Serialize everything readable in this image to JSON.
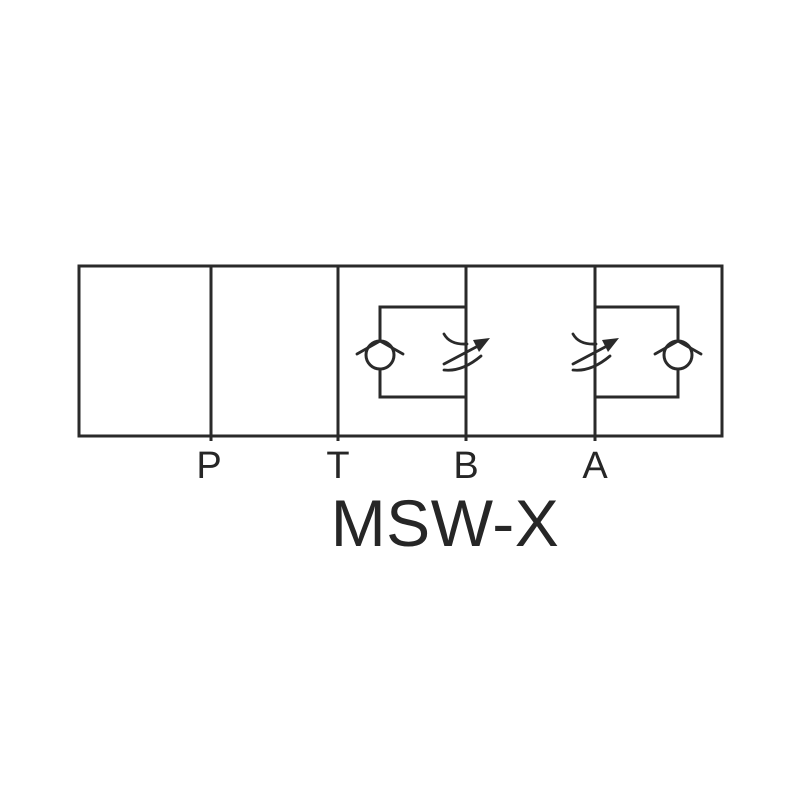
{
  "diagram": {
    "title": "MSW-X",
    "type": "hydraulic-modular-valve-schematic",
    "ports": [
      {
        "label": "P"
      },
      {
        "label": "T"
      },
      {
        "label": "B"
      },
      {
        "label": "A"
      }
    ],
    "modules": [
      {
        "name": "throttle-check-module-b",
        "location": "between T and B port lines",
        "components": [
          {
            "type": "check-valve",
            "side": "left-branch"
          },
          {
            "type": "variable-throttle",
            "side": "on-B-port-line"
          }
        ]
      },
      {
        "name": "throttle-check-module-a",
        "location": "between A port line and right edge",
        "components": [
          {
            "type": "variable-throttle",
            "side": "on-A-port-line"
          },
          {
            "type": "check-valve",
            "side": "right-branch"
          }
        ]
      }
    ],
    "colors": {
      "line": "#2a2a2a",
      "text": "#262626",
      "background": "#ffffff"
    }
  }
}
